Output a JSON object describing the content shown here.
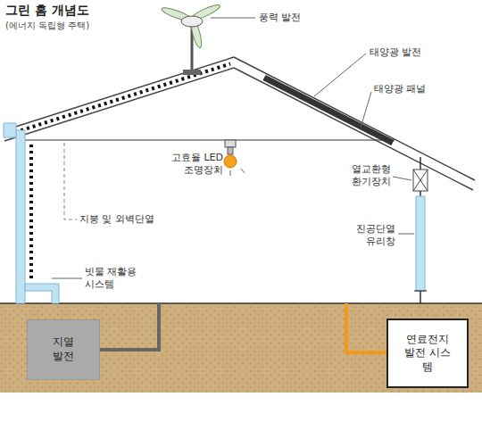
{
  "diagram": {
    "title": "그린 홈 개념도",
    "nodes": [
      {
        "text": [
          "지열 발전"
        ]
      },
      {
        "text": [
          "연료전지 발전 시스템"
        ]
      }
    ],
    "labels": [
      "(에너지 독립형 주택)",
      "풍력 발전",
      "태양광 발전",
      "태양광 패널",
      "고효율 LED 조명장치",
      "열교환형 환기장치",
      "지붕 및 외벽단열",
      "진공단열 유리창",
      "빗물 재활용 시스템"
    ]
  }
}
